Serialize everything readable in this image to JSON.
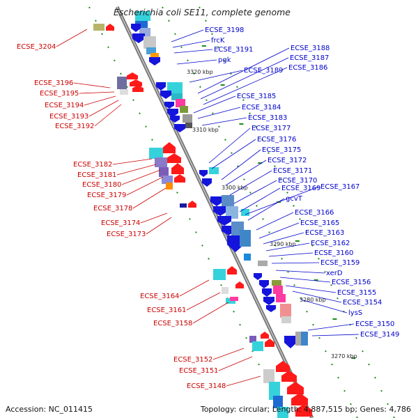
{
  "title": "Escherichia coli SE11, complete genome",
  "accession_text": "Accession: NC_011415",
  "summary_text": "Topology: circular; Length: 4,887,515 bp; Genes: 4,786",
  "colors": {
    "backbone": "#8c8c8c",
    "forward_label": "#0000cc",
    "reverse_label": "#cc0000",
    "tick": "#1a8a1a"
  },
  "position_markers": [
    "3320 kbp",
    "3310 kbp",
    "3300 kbp",
    "3290 kbp",
    "3280 kbp",
    "3270 kbp"
  ],
  "forward_strand_labels": [
    "ECSE_3198",
    "frcK",
    "ECSE_3191",
    "pgk",
    "ECSE_3189",
    "ECSE_3188",
    "ECSE_3187",
    "ECSE_3186",
    "ECSE_3185",
    "ECSE_3184",
    "ECSE_3183",
    "ECSE_3177",
    "ECSE_3176",
    "ECSE_3175",
    "ECSE_3172",
    "ECSE_3171",
    "ECSE_3170",
    "ECSE_3169",
    "ECSE_3167",
    "gcvT",
    "ECSE_3166",
    "ECSE_3165",
    "ECSE_3163",
    "ECSE_3162",
    "ECSE_3160",
    "ECSE_3159",
    "xerD",
    "ECSE_3156",
    "ECSE_3155",
    "ECSE_3154",
    "lysS",
    "ECSE_3150",
    "ECSE_3149"
  ],
  "reverse_strand_labels": [
    "ECSE_3204",
    "ECSE_3196",
    "ECSE_3195",
    "ECSE_3194",
    "ECSE_3193",
    "ECSE_3192",
    "ECSE_3182",
    "ECSE_3181",
    "ECSE_3180",
    "ECSE_3179",
    "ECSE_3178",
    "ECSE_3174",
    "ECSE_3173",
    "ECSE_3164",
    "ECSE_3161",
    "ECSE_3158",
    "ECSE_3152",
    "ECSE_3151",
    "ECSE_3148"
  ]
}
